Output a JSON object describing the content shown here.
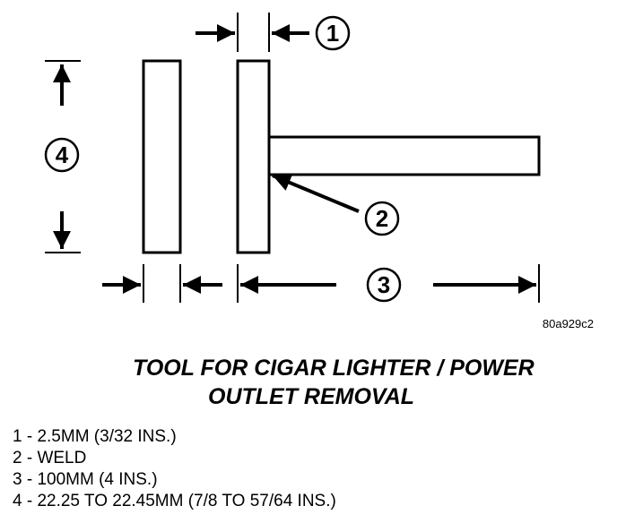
{
  "figure_id": "80a929c2",
  "callouts": [
    "1",
    "2",
    "3",
    "4"
  ],
  "title": {
    "line1": "TOOL FOR CIGAR LIGHTER / POWER",
    "line2": "OUTLET REMOVAL"
  },
  "legend": [
    "1 - 2.5MM (3/32 INS.)",
    "2 - WELD",
    "3 - 100MM (4 INS.)",
    "4 - 22.25 TO 22.45MM (7/8 TO 57/64 INS.)"
  ]
}
